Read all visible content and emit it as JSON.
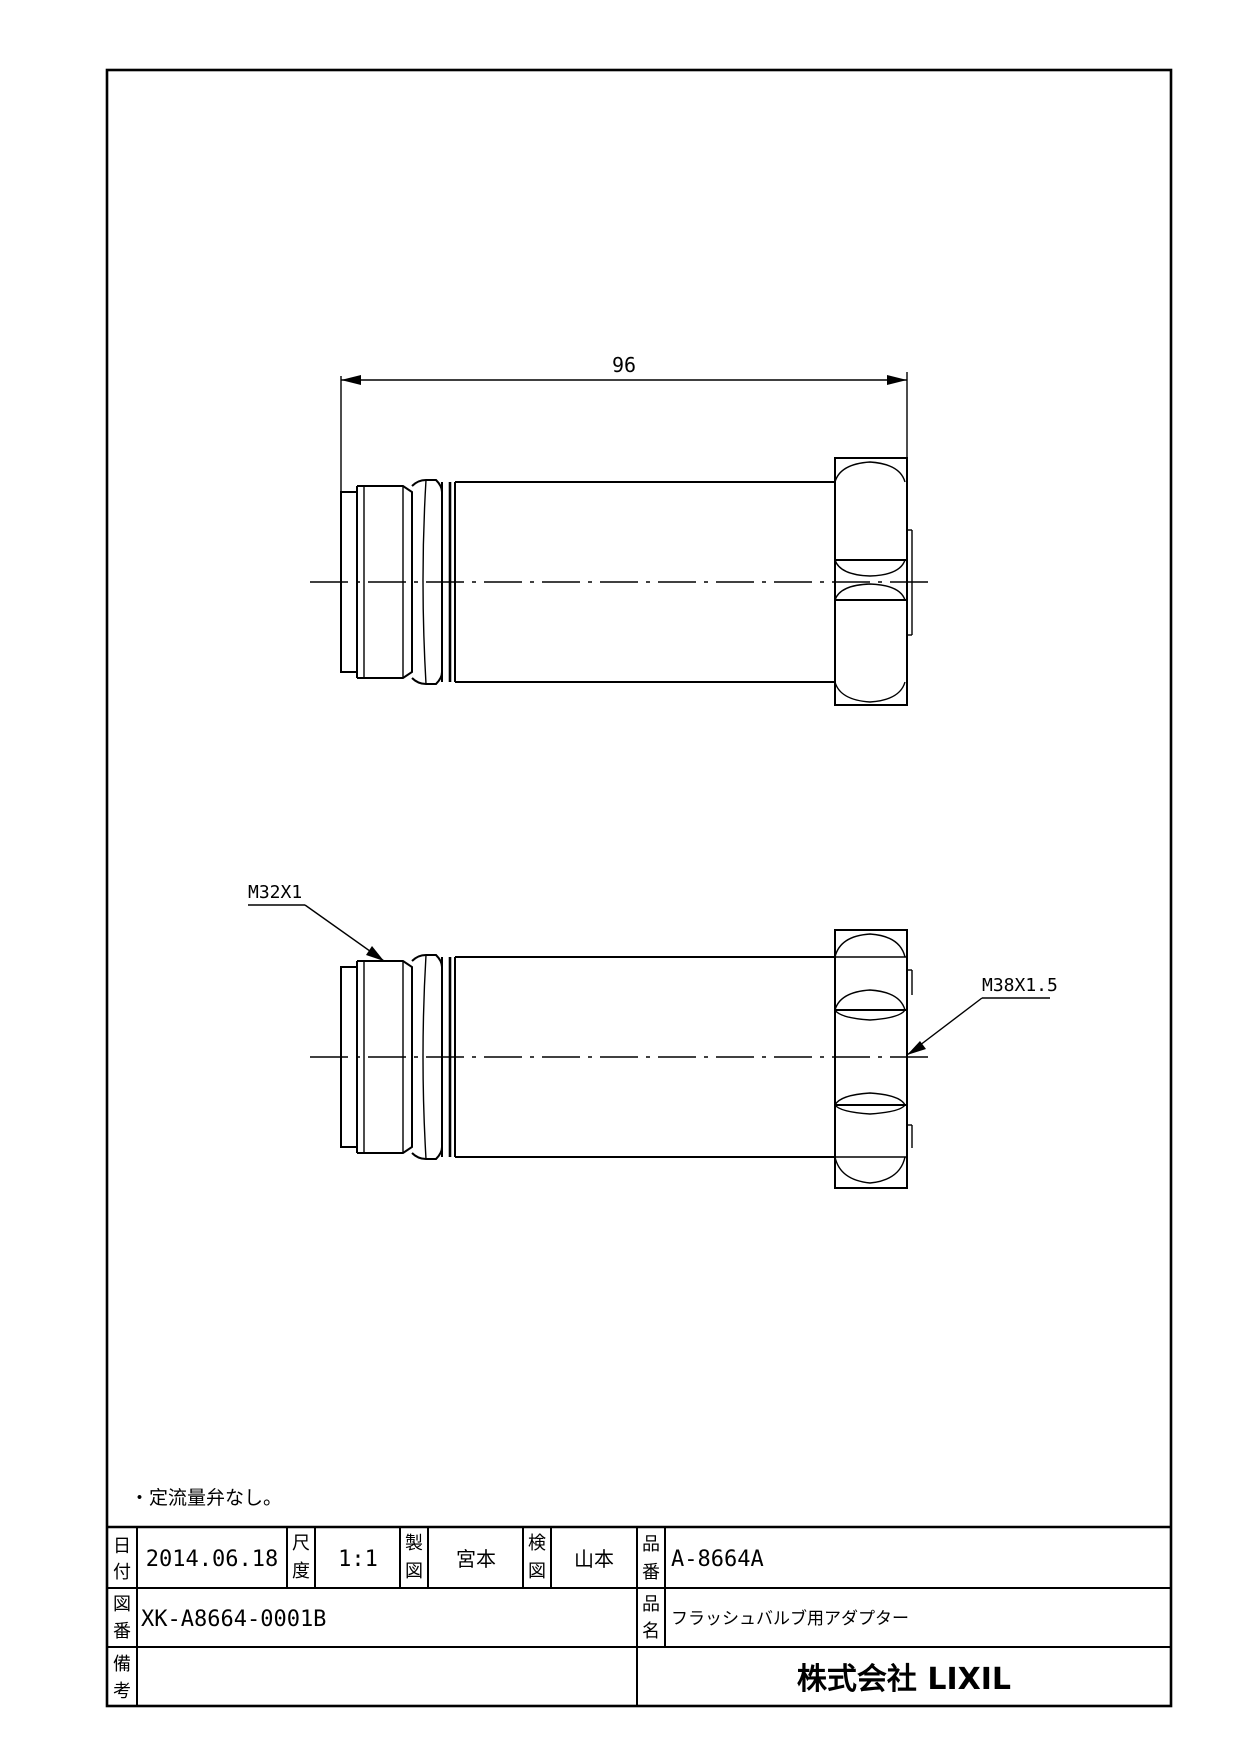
{
  "drawing": {
    "dimension_length": "96",
    "thread_callout_left": "M32X1",
    "thread_callout_right": "M38X1.5",
    "note": "・定流量弁なし。"
  },
  "title_block": {
    "date_label": "日\n付",
    "date_value": "2014.06.18",
    "scale_label": "尺\n度",
    "scale_value": "1:1",
    "drawn_label": "製\n図",
    "drawn_value": "宮本",
    "checked_label": "検\n図",
    "checked_value": "山本",
    "part_no_label": "品\n番",
    "part_no_value": "A-8664A",
    "drawing_no_label": "図\n番",
    "drawing_no_value": "XK-A8664-0001B",
    "part_name_label": "品\n名",
    "part_name_value": "フラッシュバルブ用アダプター",
    "remarks_label": "備\n考",
    "company": "株式会社 LIXIL"
  }
}
